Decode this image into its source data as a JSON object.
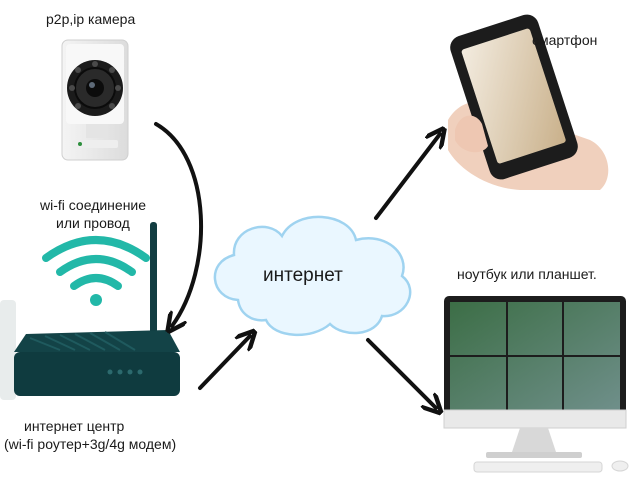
{
  "labels": {
    "camera": "p2p,ip камера",
    "wifi_line1": "wi-fi соединение",
    "wifi_line2": "или провод",
    "router_line1": "интернет центр",
    "router_line2": "(wi-fi роутер+3g/4g модем)",
    "cloud": "интернет",
    "smartphone": "смартфон",
    "laptop": "ноутбук или планшет."
  },
  "colors": {
    "wifi": "#22b8a8",
    "router": "#0f3b3f",
    "cloud_fill": "#eaf7ff",
    "cloud_stroke": "#9fd3f0",
    "arrow": "#111111"
  },
  "icons": {
    "camera": "ip-camera-icon",
    "wifi": "wifi-signal-icon",
    "router": "router-icon",
    "cloud": "cloud-icon",
    "smartphone": "smartphone-icon",
    "monitor": "monitor-icon"
  }
}
